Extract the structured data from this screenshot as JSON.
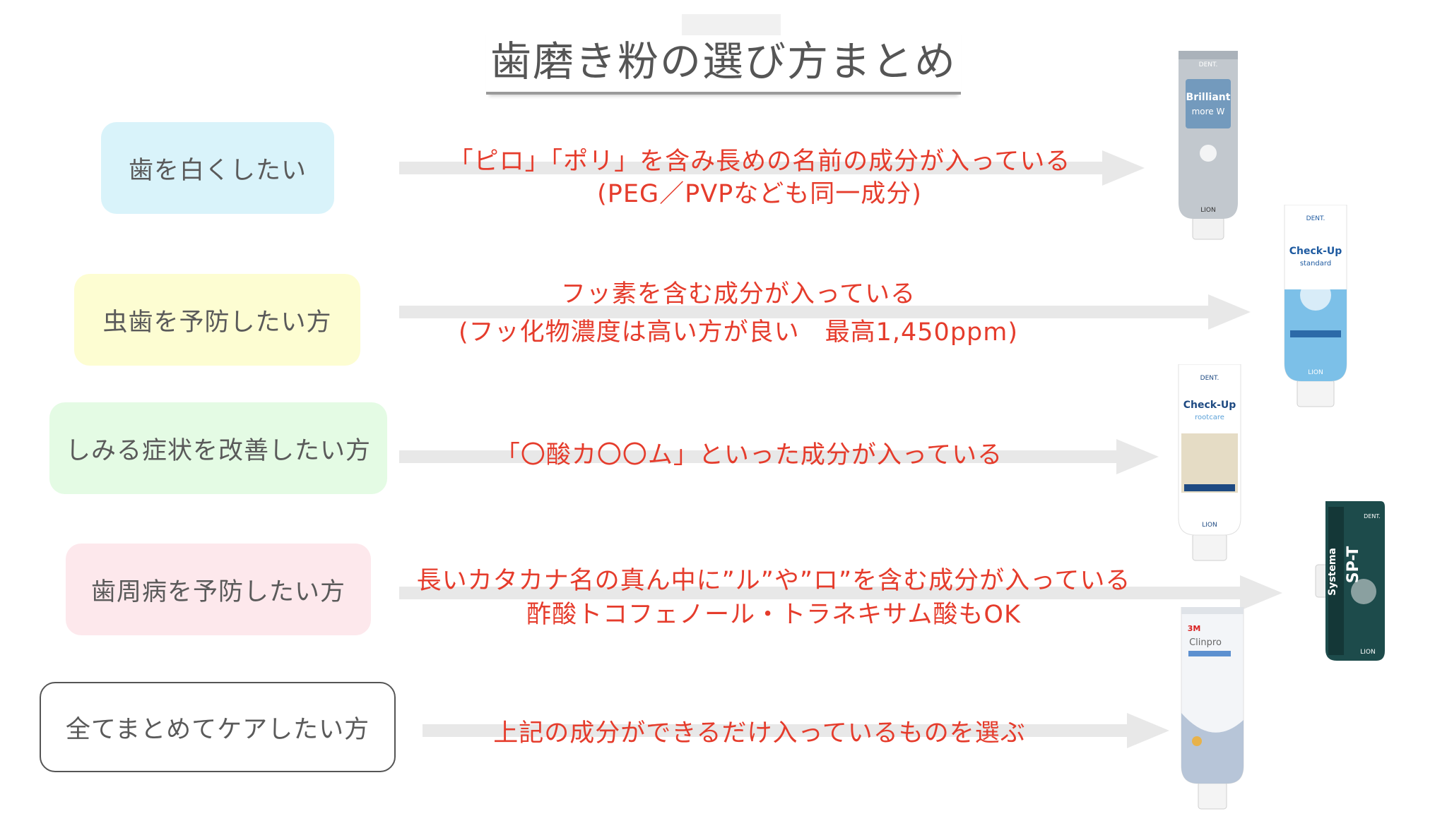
{
  "title": "歯磨き粉の選び方まとめ",
  "rows": [
    {
      "label": "歯を白くしたい",
      "box_color": "#d9f3fa",
      "line1": "「ピロ」「ポリ」を含み長めの名前の成分が入っている",
      "line2": "(PEG／PVPなども同一成分)"
    },
    {
      "label": "虫歯を予防したい方",
      "box_color": "#fdfdd2",
      "line1": "フッ素を含む成分が入っている",
      "line2": "(フッ化物濃度は高い方が良い　最高1,450ppm)"
    },
    {
      "label": "しみる症状を改善したい方",
      "box_color": "#e4fbe4",
      "line1": "「〇酸カ〇〇ム」といった成分が入っている",
      "line2": ""
    },
    {
      "label": "歯周病を予防したい方",
      "box_color": "#fde8ec",
      "line1": "長いカタカナ名の真ん中に”ル”や”ロ”を含む成分が入っている",
      "line2": "酢酸トコフェノール・トラネキサム酸もOK"
    },
    {
      "label": "全てまとめてケアしたい方",
      "box_color": "#ffffff",
      "line1": "上記の成分ができるだけ入っているものを選ぶ",
      "line2": ""
    }
  ],
  "products": [
    {
      "icon": "toothpaste-brilliant-more-icon",
      "brand": "DENT.",
      "name": "Brilliant",
      "sub": "more W",
      "maker": "LION",
      "color": "#9aa3ad"
    },
    {
      "icon": "toothpaste-check-up-standard-icon",
      "brand": "DENT.",
      "name": "Check-Up",
      "sub": "standard",
      "maker": "LION",
      "color": "#4aa8d8"
    },
    {
      "icon": "toothpaste-check-up-rootcare-icon",
      "brand": "DENT.",
      "name": "Check-Up",
      "sub": "rootcare",
      "maker": "LION",
      "color": "#b7a887"
    },
    {
      "icon": "toothpaste-systema-spt-icon",
      "brand": "DENT.",
      "name": "Systema",
      "sub": "SP-T",
      "maker": "LION",
      "color": "#1f4a4a"
    },
    {
      "icon": "toothpaste-clinpro-icon",
      "brand": "3M",
      "name": "Clinpro",
      "sub": "",
      "maker": "",
      "color": "#a7b9cf"
    }
  ],
  "colors": {
    "accent_text": "#e53c2c",
    "arrow": "#e8e8e8",
    "label_text": "#5a5a5a"
  }
}
